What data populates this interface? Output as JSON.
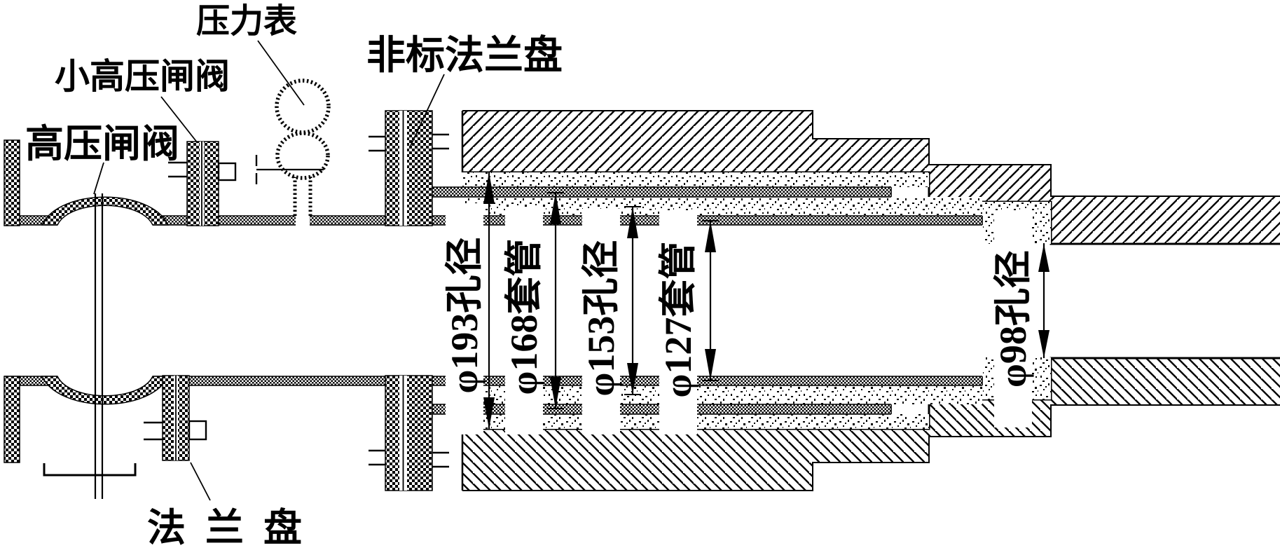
{
  "colors": {
    "ink": "#000000",
    "background": "#ffffff"
  },
  "labels": {
    "pressure_gauge": "压力表",
    "small_hp_gate_valve": "小高压闸阀",
    "hp_gate_valve": "高压闸阀",
    "non_standard_flange": "非标法兰盘",
    "flange": "法兰盘"
  },
  "dimension_labels": [
    {
      "label": "φ193孔径"
    },
    {
      "label": "φ168套管"
    },
    {
      "label": "φ153孔径"
    },
    {
      "label": "φ127套管"
    },
    {
      "label": "φ98孔径"
    }
  ]
}
